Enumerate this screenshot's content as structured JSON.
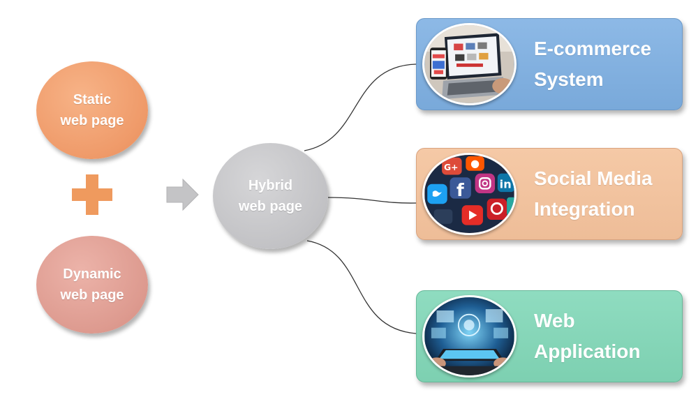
{
  "left": {
    "static": "Static\nweb page",
    "dynamic": "Dynamic\nweb page"
  },
  "center": {
    "hybrid": "Hybrid\nweb page"
  },
  "outputs": [
    {
      "label": "E-commerce\nSystem",
      "icon": "ecommerce-laptop-icon"
    },
    {
      "label": "Social Media\nIntegration",
      "icon": "social-media-apps-icon"
    },
    {
      "label": "Web\nApplication",
      "icon": "web-application-tablet-icon"
    }
  ],
  "colors": {
    "static": "#ef9a69",
    "dynamic": "#dd9a8f",
    "hybrid": "#c2c2c5",
    "plus": "#ef9a5e",
    "arrow": "#c4c4c6",
    "ecommerce": "#79a9da",
    "social": "#eebd98",
    "webapp": "#7dd0b1"
  }
}
